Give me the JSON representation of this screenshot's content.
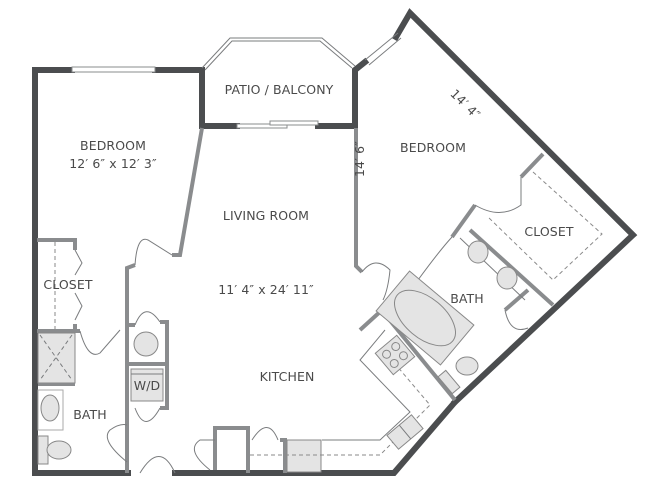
{
  "floor_plan": {
    "rooms": [
      {
        "id": "bedroom-1",
        "name": "BEDROOM",
        "dimensions": "12′ 6″ x 12′ 3″"
      },
      {
        "id": "patio",
        "name": "PATIO / BALCONY"
      },
      {
        "id": "living-room",
        "name": "LIVING ROOM",
        "dimensions": "11′ 4″ x 24′ 11″"
      },
      {
        "id": "bedroom-2",
        "name": "BEDROOM",
        "dim_vertical": "14′ 6″",
        "dim_diagonal": "14′ 4″"
      },
      {
        "id": "closet-2",
        "name": "CLOSET"
      },
      {
        "id": "bath-2",
        "name": "BATH"
      },
      {
        "id": "closet-1",
        "name": "CLOSET"
      },
      {
        "id": "bath-1",
        "name": "BATH"
      },
      {
        "id": "kitchen",
        "name": "KITCHEN"
      },
      {
        "id": "laundry",
        "name": "W/D"
      }
    ]
  },
  "colors": {
    "exterior_wall": "#4b4d4f",
    "interior_wall": "#8a8c8e",
    "fixture_fill": "#e4e4e4",
    "label_text": "#4a4a4a"
  }
}
